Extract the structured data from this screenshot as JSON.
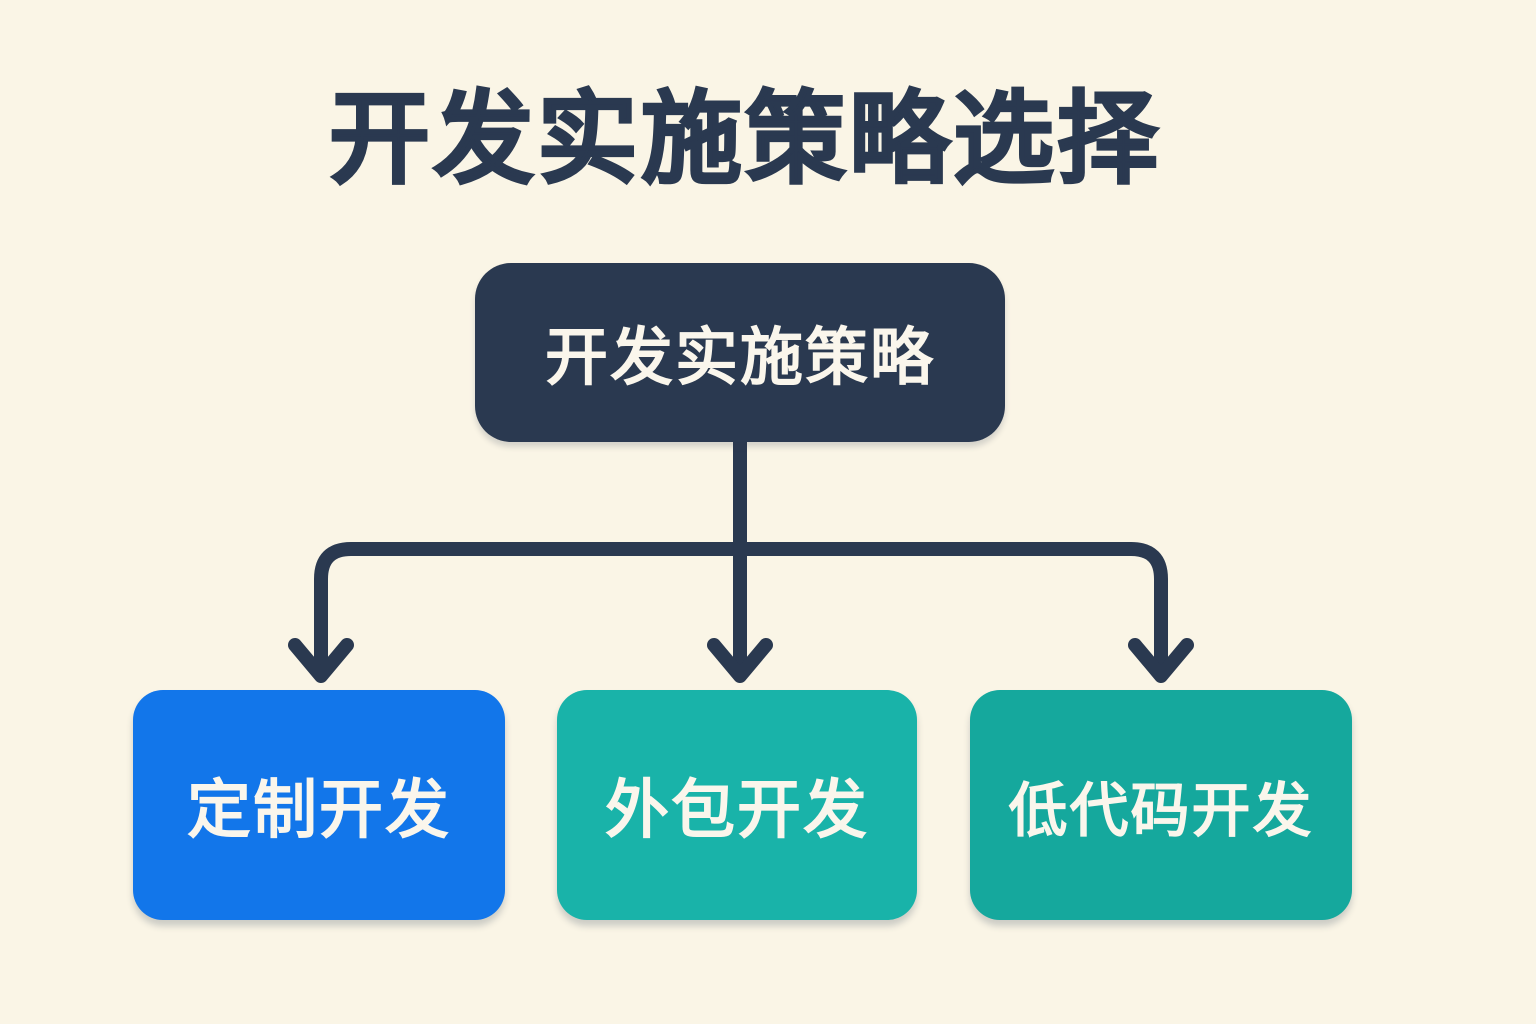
{
  "page": {
    "title": "开发实施策略选择",
    "background_color": "#faf5e6",
    "title_color": "#2a3950"
  },
  "diagram": {
    "type": "flowchart-tree",
    "connector_color": "#2a3950",
    "root": {
      "label": "开发实施策略",
      "bg_color": "#2a3950",
      "text_color": "#faf6ec"
    },
    "children": [
      {
        "label": "定制开发",
        "bg_color": "#1276ea",
        "text_color": "#faf6ec"
      },
      {
        "label": "外包开发",
        "bg_color": "#19b3a9",
        "text_color": "#faf6ec"
      },
      {
        "label": "低代码开发",
        "bg_color": "#15a89d",
        "text_color": "#faf6ec"
      }
    ]
  }
}
